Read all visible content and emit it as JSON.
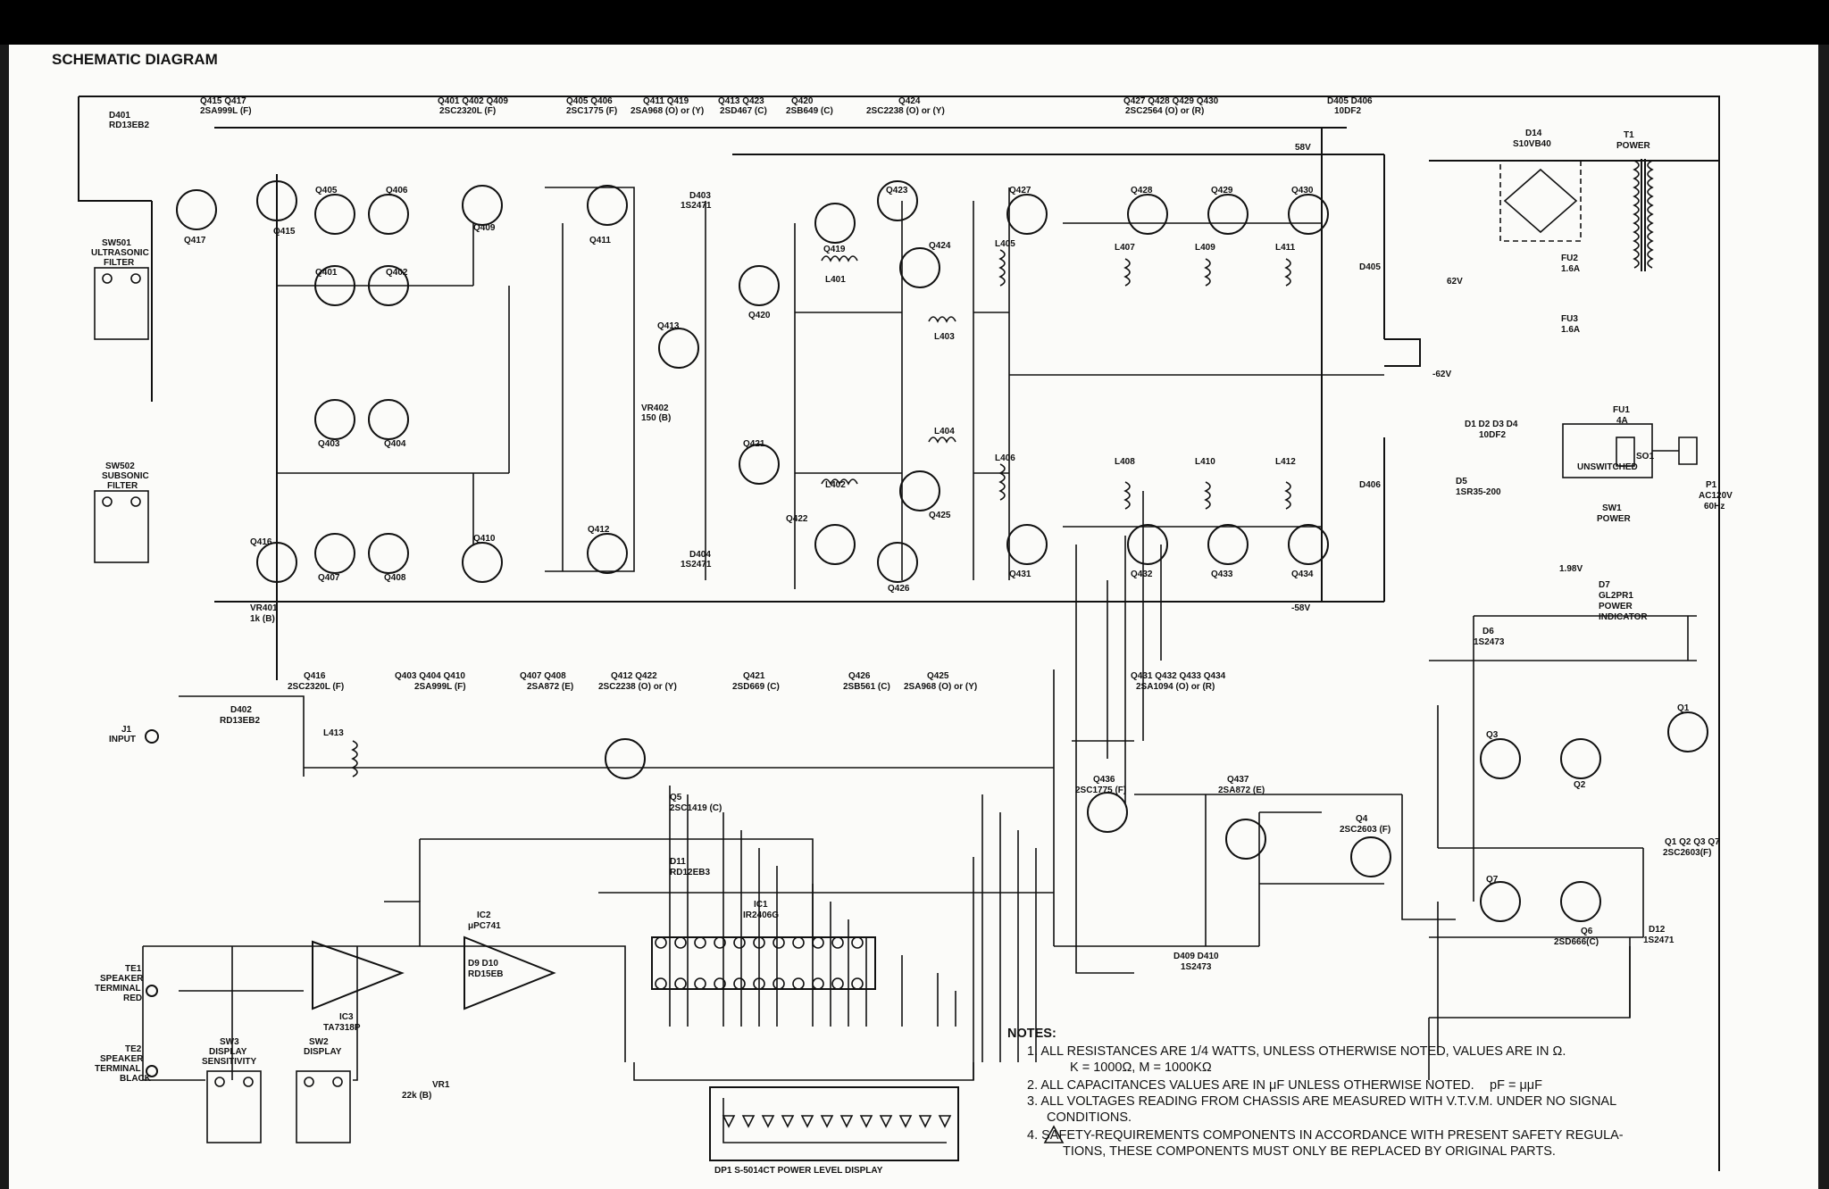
{
  "title": "SCHEMATIC DIAGRAM",
  "header_labels": [
    {
      "a": "D401",
      "b": "RD13EB2"
    },
    {
      "a": "Q415  Q417",
      "b": "2SA999L (F)"
    },
    {
      "a": "Q401  Q402  Q409",
      "b": "2SC2320L (F)"
    },
    {
      "a": "Q405  Q406",
      "b": "2SC1775 (F)"
    },
    {
      "a": "Q411  Q419",
      "b": "2SA968 (O) or (Y)"
    },
    {
      "a": "Q413  Q423",
      "b": "2SD467 (C)"
    },
    {
      "a": "Q420",
      "b": "2SB649 (C)"
    },
    {
      "a": "Q424",
      "b": "2SC2238 (O) or (Y)"
    },
    {
      "a": "Q427  Q428  Q429  Q430",
      "b": "2SC2564 (O) or (R)"
    },
    {
      "a": "D405  D406",
      "b": "10DF2"
    }
  ],
  "mid_labels": [
    {
      "a": "Q416",
      "b": "2SC2320L (F)"
    },
    {
      "a": "Q403  Q404  Q410",
      "b": "2SA999L (F)"
    },
    {
      "a": "Q407  Q408",
      "b": "2SA872 (E)"
    },
    {
      "a": "Q412  Q422",
      "b": "2SC2238 (O) or (Y)"
    },
    {
      "a": "Q421",
      "b": "2SD669 (C)"
    },
    {
      "a": "Q426",
      "b": "2SB561 (C)"
    },
    {
      "a": "Q425",
      "b": "2SA968 (O) or (Y)"
    },
    {
      "a": "Q431  Q432  Q433  Q434",
      "b": "2SA1094 (O) or (R)"
    }
  ],
  "switches": {
    "sw501": [
      "SW501",
      "ULTRASONIC",
      "FILTER"
    ],
    "sw502": [
      "SW502",
      "SUBSONIC",
      "FILTER"
    ],
    "sw3": [
      "SW3",
      "DISPLAY",
      "SENSITIVITY"
    ],
    "sw2": [
      "SW2",
      "DISPLAY"
    ]
  },
  "terminals": {
    "j1": [
      "J1",
      "INPUT"
    ],
    "te1": [
      "TE1",
      "SPEAKER",
      "TERMINAL",
      "RED"
    ],
    "te2": [
      "TE2",
      "SPEAKER",
      "TERMINAL",
      "BLACK"
    ]
  },
  "power": {
    "d14": [
      "D14",
      "S10VB40"
    ],
    "t1": [
      "T1",
      "POWER"
    ],
    "fu1": [
      "FU1",
      "4A"
    ],
    "fu2": [
      "FU2",
      "1.6A"
    ],
    "fu3": [
      "FU3",
      "1.6A"
    ],
    "so1": [
      "SO1",
      "UNSWITCHED"
    ],
    "sw1": [
      "SW1",
      "POWER"
    ],
    "p1": [
      "P1",
      "AC120V",
      "60Hz"
    ],
    "diodes": [
      "D1  D2  D3  D4",
      "10DF2"
    ],
    "d5": [
      "D5",
      "1SR35-200"
    ],
    "d7": [
      "D7",
      "GL2PR1",
      "POWER",
      "INDICATOR"
    ],
    "d6": [
      "D6",
      "1S2473"
    ],
    "q1": "Q1",
    "q_note": [
      "Q1  Q2  Q3  Q7",
      "2SC2603(F)"
    ],
    "q6": [
      "Q6",
      "2SD666(C)"
    ],
    "d12": [
      "D12",
      "1S2471"
    ],
    "rail_pos": "58V",
    "rail_neg": "-58V",
    "v_62": "62V",
    "v_m62": "-62V",
    "v_198": "1.98V"
  },
  "display": {
    "ic1": [
      "IC1",
      "IR2406G"
    ],
    "ic2": [
      "IC2",
      "μPC741"
    ],
    "ic3": [
      "IC3",
      "TA7318P"
    ],
    "dp1": "DP1  S-5014CT  POWER LEVEL DISPLAY",
    "d11": [
      "D11",
      "RD12EB3"
    ],
    "d9d10": [
      "D9  D10",
      "RD15EB"
    ],
    "q5": [
      "Q5",
      "2SC1419 (C)"
    ],
    "q436": [
      "Q436",
      "2SC1775 (F)"
    ],
    "q437": [
      "Q437",
      "2SA872 (E)"
    ],
    "q4": [
      "Q4",
      "2SC2603 (F)"
    ],
    "d409": [
      "D409  D410",
      "1S2473"
    ]
  },
  "notes": {
    "heading": "NOTES:",
    "n1": "1. ALL RESISTANCES ARE 1/4 WATTS, UNLESS OTHERWISE NOTED, VALUES ARE IN Ω.",
    "n1b": "K = 1000Ω,  M = 1000KΩ",
    "n2": "2. ALL CAPACITANCES VALUES ARE IN μF UNLESS OTHERWISE NOTED.",
    "n2b": "pF = μμF",
    "n3": "3. ALL VOLTAGES READING FROM CHASSIS ARE MEASURED WITH V.T.V.M. UNDER NO SIGNAL",
    "n3b": "CONDITIONS.",
    "n4": "4.        SAFETY-REQUIREMENTS COMPONENTS IN ACCORDANCE WITH PRESENT SAFETY REGULA-",
    "n4b": "TIONS, THESE COMPONENTS MUST ONLY BE REPLACED BY ORIGINAL PARTS."
  },
  "refs": {
    "q417": "Q417",
    "q415": "Q415",
    "q405": "Q405",
    "q406": "Q406",
    "q409": "Q409",
    "q411": "Q411",
    "q401": "Q401",
    "q402": "Q402",
    "q403": "Q403",
    "q404": "Q404",
    "q407": "Q407",
    "q408": "Q408",
    "q416": "Q416",
    "q410": "Q410",
    "q412": "Q412",
    "q413": "Q413",
    "q420": "Q420",
    "q421": "Q421",
    "q419": "Q419",
    "q423": "Q423",
    "q424": "Q424",
    "q425": "Q425",
    "q426": "Q426",
    "q422": "Q422",
    "q427": "Q427",
    "q428": "Q428",
    "q429": "Q429",
    "q430": "Q430",
    "q431": "Q431",
    "q432": "Q432",
    "q433": "Q433",
    "q434": "Q434",
    "q2": "Q2",
    "q3": "Q3",
    "q7": "Q7",
    "d403": [
      "D403",
      "1S2471"
    ],
    "d404": [
      "D404",
      "1S2471"
    ],
    "d405": "D405",
    "d406": "D406",
    "d402": [
      "D402",
      "RD13EB2"
    ],
    "vr401": [
      "VR401",
      "1k (B)"
    ],
    "vr402": [
      "VR402",
      "150 (B)"
    ],
    "vr1": [
      "VR1",
      "22k (B)"
    ],
    "l413": "L413",
    "l401": "L401",
    "l402": "L402",
    "l403": "L403",
    "l404": "L404",
    "l405": "L405",
    "l406": "L406",
    "l407": "L407",
    "l408": "L408",
    "l409": "L409",
    "l410": "L410",
    "l411": "L411",
    "l412": "L412"
  }
}
